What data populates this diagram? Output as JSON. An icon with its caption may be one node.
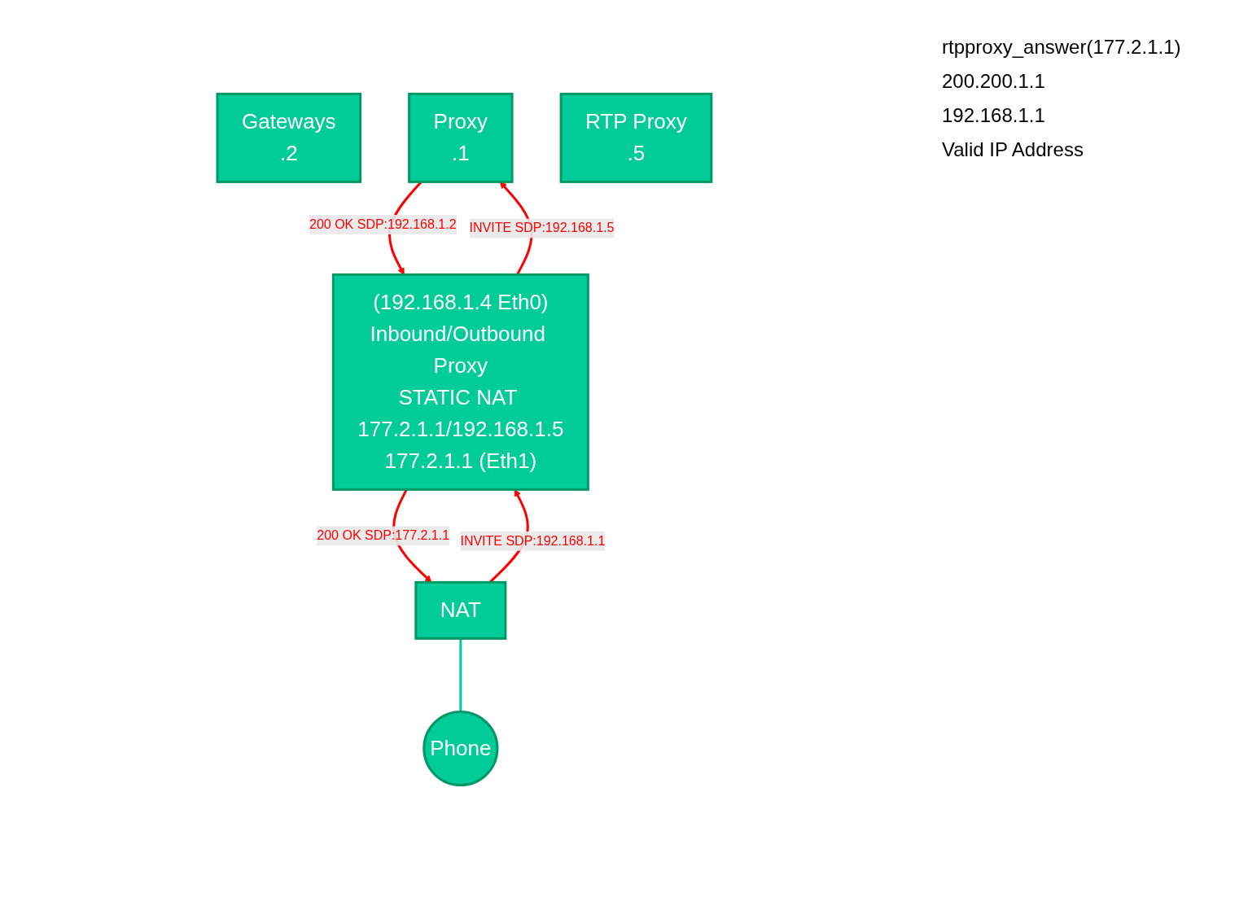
{
  "diagram": {
    "nodes": [
      {
        "text": [
          "Gateways",
          ".2"
        ]
      },
      {
        "text": [
          "Proxy",
          ".1"
        ]
      },
      {
        "text": [
          "RTP Proxy",
          ".5"
        ]
      },
      {
        "text": [
          "(192.168.1.4 Eth0)",
          "Inbound/Outbound Proxy",
          "STATIC NAT 177.2.1.1/192.168.1.5",
          "177.2.1.1 (Eth1)"
        ]
      },
      {
        "text": [
          "NAT"
        ]
      },
      {
        "text": [
          "Phone"
        ]
      }
    ],
    "edges": [
      {
        "from": 1,
        "to": 3,
        "arrow": "to",
        "label": "200 OK SDP:192.168.1.2"
      },
      {
        "from": 3,
        "to": 1,
        "arrow": "to",
        "label": "INVITE SDP:192.168.1.5"
      },
      {
        "from": 3,
        "to": 4,
        "arrow": "to",
        "label": "200 OK SDP:177.2.1.1"
      },
      {
        "from": 4,
        "to": 3,
        "arrow": "to",
        "label": "INVITE SDP:192.168.1.1"
      },
      {
        "from": 4,
        "to": 5,
        "arrow": "none",
        "color": "#00cc99"
      }
    ],
    "labels": [
      "rtpproxy_answer(177.2.1.1)",
      "200.200.1.1",
      "192.168.1.1",
      "Valid IP Address"
    ]
  }
}
